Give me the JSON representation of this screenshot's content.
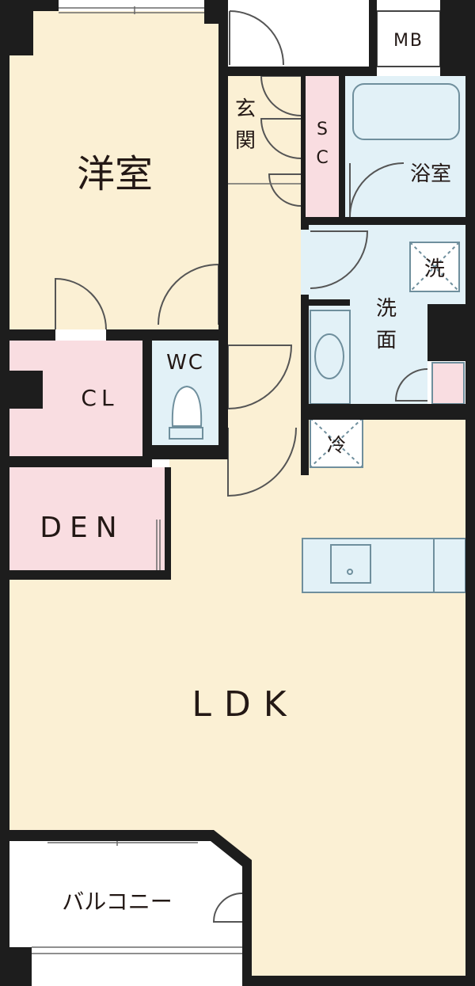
{
  "colors": {
    "wall": "#1d1d1d",
    "beige": "#fbf0d4",
    "blue": "#e2f1f7",
    "pink": "#f9dde1",
    "fixture_stroke": "#6f8f9d",
    "line": "#6a6a6a",
    "white": "#ffffff"
  },
  "rooms": {
    "western_room": "洋室",
    "genkan_line1": "玄",
    "genkan_line2": "関",
    "sc_line1": "S",
    "sc_line2": "C",
    "mb": "MB",
    "bath": "浴室",
    "washer_mark": "洗",
    "washroom_line1": "洗",
    "washroom_line2": "面",
    "wc": "WC",
    "cl": "CL",
    "fridge_mark": "冷",
    "den": "DEN",
    "ldk": "LDK",
    "balcony": "バルコニー"
  }
}
